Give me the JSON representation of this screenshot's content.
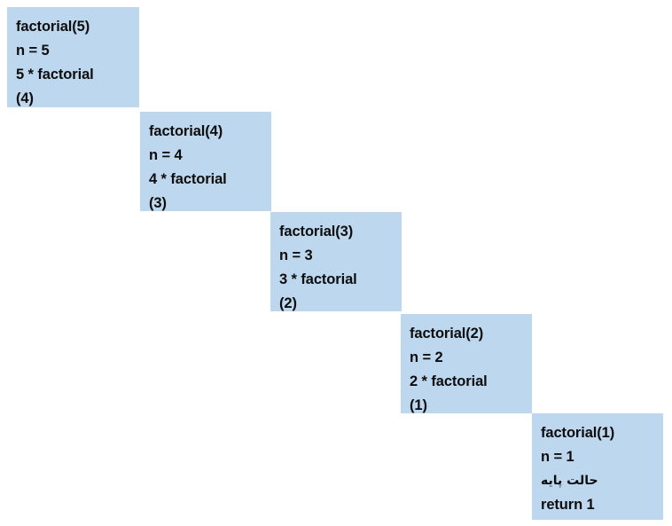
{
  "diagram": {
    "title": "factorial recursion call stack",
    "background_color": "#ffffff",
    "box_color": "#bdd7ee",
    "text_color": "#0d0d0d",
    "frames": [
      {
        "name": "factorial-5-frame",
        "lines": [
          "factorial(5)",
          "n = 5",
          "5 * factorial",
          "(4)"
        ]
      },
      {
        "name": "factorial-4-frame",
        "lines": [
          "factorial(4)",
          "n = 4",
          "4 * factorial",
          "(3)"
        ]
      },
      {
        "name": "factorial-3-frame",
        "lines": [
          "factorial(3)",
          "n = 3",
          "3 * factorial",
          "(2)"
        ]
      },
      {
        "name": "factorial-2-frame",
        "lines": [
          "factorial(2)",
          "n = 2",
          "2 * factorial",
          "(1)"
        ]
      },
      {
        "name": "factorial-1-frame",
        "lines": [
          "factorial(1)",
          "n = 1",
          "حالت پایه",
          "return 1"
        ]
      }
    ]
  }
}
